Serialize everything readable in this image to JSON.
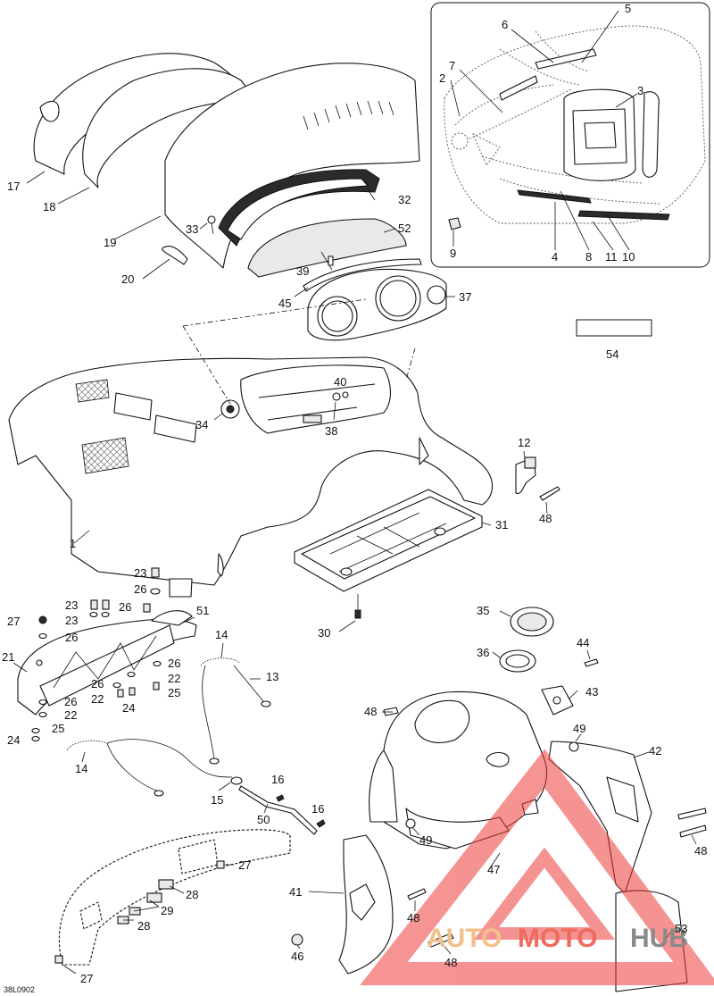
{
  "drawing_code": "38L0902",
  "callouts": [
    {
      "id": "c1",
      "label": "1"
    },
    {
      "id": "c2",
      "label": "2"
    },
    {
      "id": "c3",
      "label": "3"
    },
    {
      "id": "c4",
      "label": "4"
    },
    {
      "id": "c5",
      "label": "5"
    },
    {
      "id": "c6",
      "label": "6"
    },
    {
      "id": "c7",
      "label": "7"
    },
    {
      "id": "c8",
      "label": "8"
    },
    {
      "id": "c9",
      "label": "9"
    },
    {
      "id": "c10",
      "label": "10"
    },
    {
      "id": "c11",
      "label": "11"
    },
    {
      "id": "c12",
      "label": "12"
    },
    {
      "id": "c13",
      "label": "13"
    },
    {
      "id": "c14a",
      "label": "14"
    },
    {
      "id": "c14b",
      "label": "14"
    },
    {
      "id": "c15",
      "label": "15"
    },
    {
      "id": "c16a",
      "label": "16"
    },
    {
      "id": "c16b",
      "label": "16"
    },
    {
      "id": "c17",
      "label": "17"
    },
    {
      "id": "c18",
      "label": "18"
    },
    {
      "id": "c19",
      "label": "19"
    },
    {
      "id": "c20",
      "label": "20"
    },
    {
      "id": "c21",
      "label": "21"
    },
    {
      "id": "c22a",
      "label": "22"
    },
    {
      "id": "c22b",
      "label": "22"
    },
    {
      "id": "c22c",
      "label": "22"
    },
    {
      "id": "c23a",
      "label": "23"
    },
    {
      "id": "c23b",
      "label": "23"
    },
    {
      "id": "c23c",
      "label": "23"
    },
    {
      "id": "c24a",
      "label": "24"
    },
    {
      "id": "c24b",
      "label": "24"
    },
    {
      "id": "c25a",
      "label": "25"
    },
    {
      "id": "c25b",
      "label": "25"
    },
    {
      "id": "c26a",
      "label": "26"
    },
    {
      "id": "c26b",
      "label": "26"
    },
    {
      "id": "c26c",
      "label": "26"
    },
    {
      "id": "c26d",
      "label": "26"
    },
    {
      "id": "c26e",
      "label": "26"
    },
    {
      "id": "c26f",
      "label": "26"
    },
    {
      "id": "c27a",
      "label": "27"
    },
    {
      "id": "c27b",
      "label": "27"
    },
    {
      "id": "c27c",
      "label": "27"
    },
    {
      "id": "c28a",
      "label": "28"
    },
    {
      "id": "c28b",
      "label": "28"
    },
    {
      "id": "c29",
      "label": "29"
    },
    {
      "id": "c30",
      "label": "30"
    },
    {
      "id": "c31",
      "label": "31"
    },
    {
      "id": "c32",
      "label": "32"
    },
    {
      "id": "c33",
      "label": "33"
    },
    {
      "id": "c34",
      "label": "34"
    },
    {
      "id": "c35",
      "label": "35"
    },
    {
      "id": "c36",
      "label": "36"
    },
    {
      "id": "c37",
      "label": "37"
    },
    {
      "id": "c38",
      "label": "38"
    },
    {
      "id": "c39",
      "label": "39"
    },
    {
      "id": "c40",
      "label": "40"
    },
    {
      "id": "c41",
      "label": "41"
    },
    {
      "id": "c42",
      "label": "42"
    },
    {
      "id": "c43",
      "label": "43"
    },
    {
      "id": "c44",
      "label": "44"
    },
    {
      "id": "c45",
      "label": "45"
    },
    {
      "id": "c46",
      "label": "46"
    },
    {
      "id": "c47",
      "label": "47"
    },
    {
      "id": "c48a",
      "label": "48"
    },
    {
      "id": "c48b",
      "label": "48"
    },
    {
      "id": "c48c",
      "label": "48"
    },
    {
      "id": "c48d",
      "label": "48"
    },
    {
      "id": "c48e",
      "label": "48"
    },
    {
      "id": "c49a",
      "label": "49"
    },
    {
      "id": "c49b",
      "label": "49"
    },
    {
      "id": "c50",
      "label": "50"
    },
    {
      "id": "c51",
      "label": "51"
    },
    {
      "id": "c52",
      "label": "52"
    },
    {
      "id": "c53",
      "label": "53"
    },
    {
      "id": "c54",
      "label": "54"
    }
  ],
  "watermark": {
    "part_auto": "AUTO",
    "part_moto": "MOTO",
    "part_hub": "HUB",
    "color_auto": "#f2c08a",
    "color_moto": "#ef6b5e",
    "color_hub": "#8a8a8a",
    "triangle_color": "#ee3b3b"
  }
}
